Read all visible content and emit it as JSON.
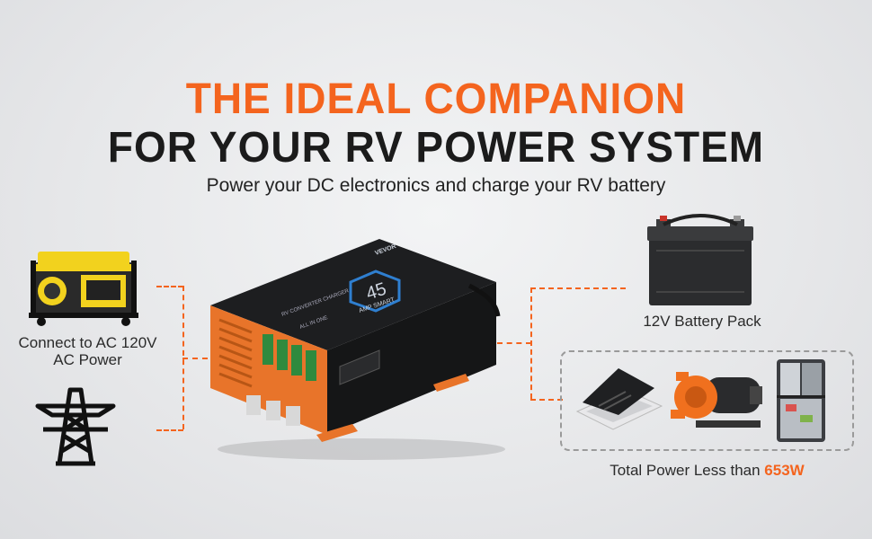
{
  "heading": {
    "line1": "THE IDEAL COMPANION",
    "line2": "FOR YOUR RV POWER SYSTEM",
    "subtitle": "Power your DC electronics and charge your RV battery"
  },
  "left": {
    "label_line1": "Connect to AC 120V",
    "label_line2": "AC Power",
    "icons": [
      "generator-icon",
      "power-tower-icon"
    ]
  },
  "center": {
    "device_text": {
      "brand": "VEVOR",
      "display_value": "45",
      "display_sub": "AMP SMART",
      "panel_title": "RV CONVERTER CHARGER",
      "panel_sub": "ALL IN ONE"
    }
  },
  "right": {
    "battery_label": "12V Battery Pack",
    "total_label_prefix": "Total Power Less than ",
    "total_label_value": "653W",
    "icons": [
      "battery-icon",
      "roof-vent-fan-icon",
      "water-pump-icon",
      "refrigerator-icon"
    ]
  },
  "colors": {
    "accent": "#f4641e",
    "dark": "#1b1b1b",
    "dashed_box": "#9a9a9a"
  }
}
